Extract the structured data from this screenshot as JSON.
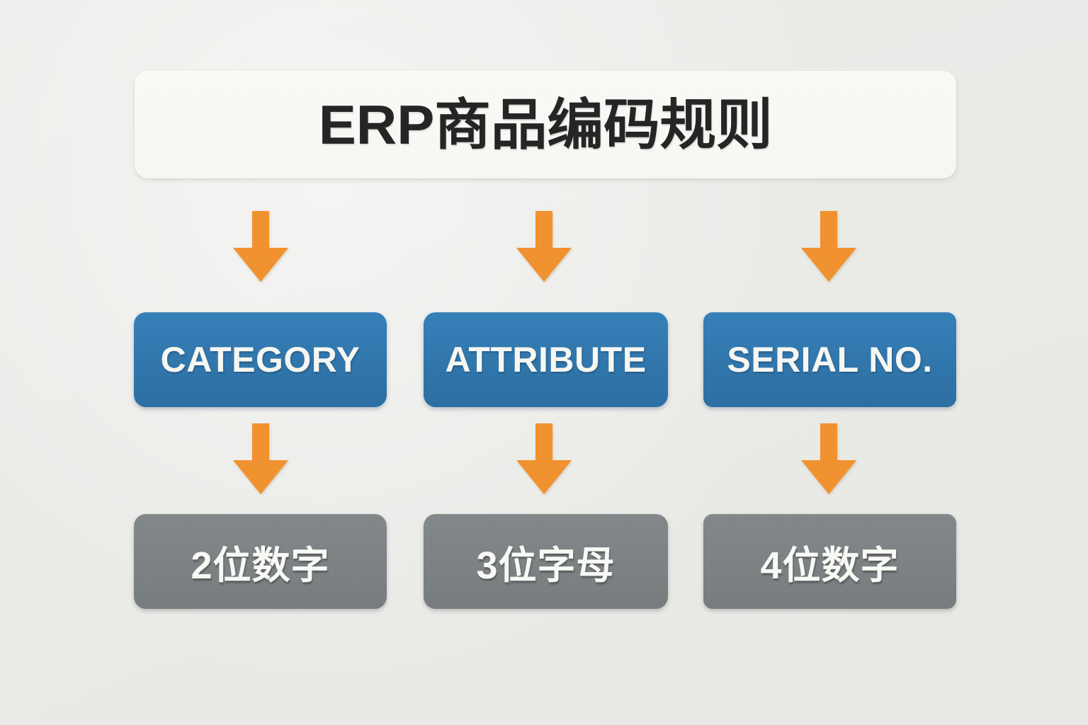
{
  "background": {
    "page_color": "#eaeae7",
    "card_color": "#f7f7f4"
  },
  "title": {
    "text": "ERP商品编码规则"
  },
  "palette": {
    "blue": "#2f76ad",
    "gray": "#7d8285",
    "orange": "#f0922f",
    "title_text": "#252525",
    "box_text": "#f7f7f3"
  },
  "diagram": {
    "type": "flow",
    "arrow_icon": "arrow-down-icon",
    "columns": [
      {
        "id": "category",
        "segment_label": "CATEGORY",
        "format_label": "2位数字",
        "top_arrow": "arrow-down-icon",
        "mid_arrow": "arrow-down-icon"
      },
      {
        "id": "attribute",
        "segment_label": "ATTRIBUTE",
        "format_label": "3位字母",
        "top_arrow": "arrow-down-icon",
        "mid_arrow": "arrow-down-icon"
      },
      {
        "id": "serial-no",
        "segment_label": "SERIAL NO.",
        "format_label": "4位数字",
        "top_arrow": "arrow-down-icon",
        "mid_arrow": "arrow-down-icon"
      }
    ]
  }
}
